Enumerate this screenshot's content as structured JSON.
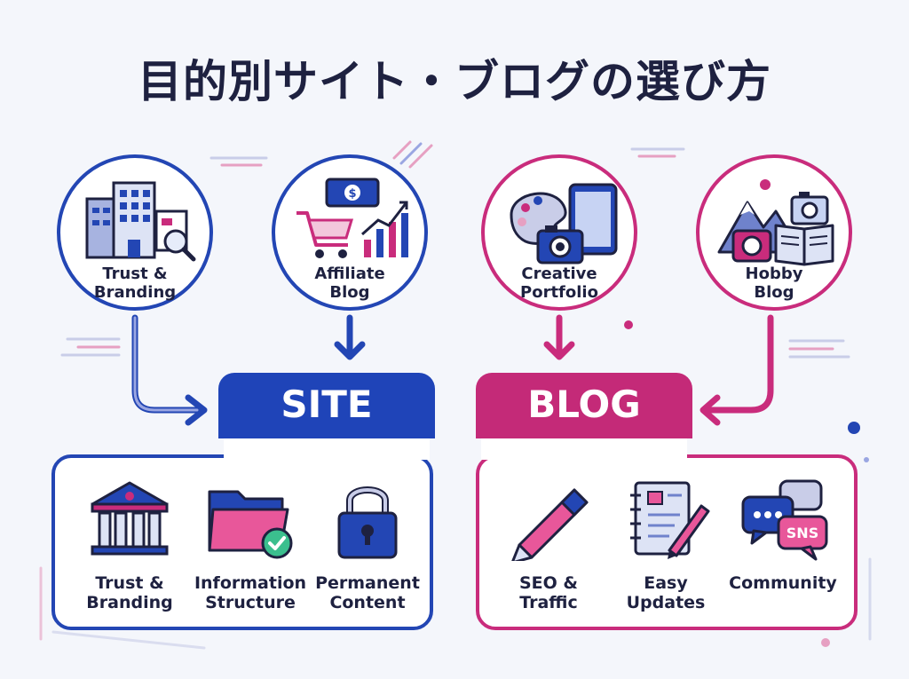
{
  "title": "目的別サイト・ブログの選び方",
  "colors": {
    "blue": "#2346b4",
    "pink": "#c92c7c",
    "dark": "#1e2140"
  },
  "circles": [
    {
      "label": "Trust &\nBranding",
      "icon": "office-building-icon",
      "color": "blue"
    },
    {
      "label": "Affiliate\nBlog",
      "icon": "shopping-cart-chart-icon",
      "color": "blue"
    },
    {
      "label": "Creative\nPortfolio",
      "icon": "palette-tablet-icon",
      "color": "pink"
    },
    {
      "label": "Hobby\nBlog",
      "icon": "mountain-camera-book-icon",
      "color": "pink"
    }
  ],
  "site": {
    "title": "SITE",
    "features": [
      {
        "label": "Trust &\nBranding",
        "icon": "bank-icon"
      },
      {
        "label": "Information\nStructure",
        "icon": "folder-check-icon"
      },
      {
        "label": "Permanent\nContent",
        "icon": "padlock-icon"
      }
    ]
  },
  "blog": {
    "title": "BLOG",
    "features": [
      {
        "label": "SEO &\nTraffic",
        "icon": "pen-icon"
      },
      {
        "label": "Easy\nUpdates",
        "icon": "notebook-pencil-icon"
      },
      {
        "label": "Community",
        "icon": "chat-bubbles-icon"
      }
    ],
    "sns_badge": "SNS"
  }
}
